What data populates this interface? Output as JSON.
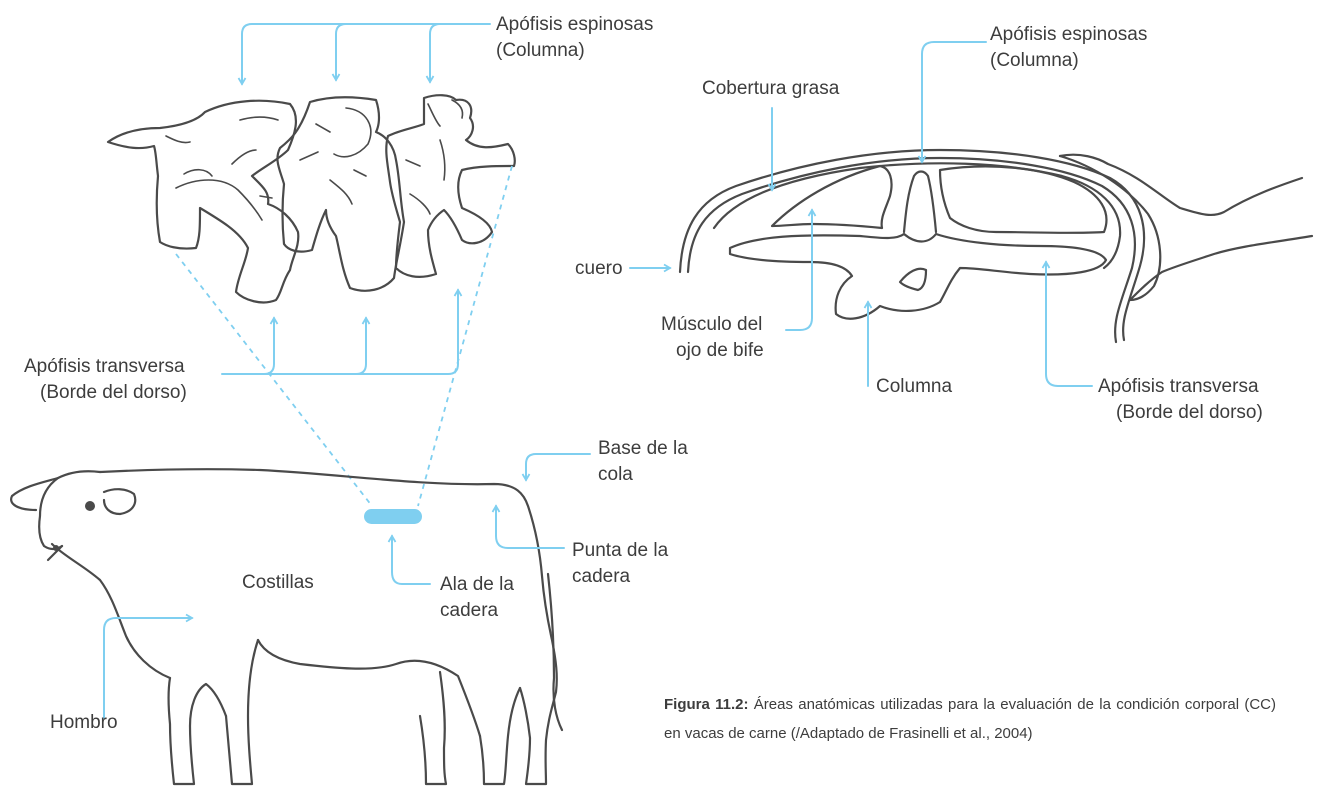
{
  "colors": {
    "accent": "#7fcff0",
    "line": "#4a4a4a",
    "text": "#3d3d3d",
    "background": "#ffffff"
  },
  "vertebrae": {
    "spinous": [
      "Apófisis espinosas",
      "(Columna)"
    ],
    "transverse": [
      "Apófisis transversa",
      "(Borde del dorso)"
    ]
  },
  "cross_section": {
    "fat_cover": "Cobertura grasa",
    "spinous": [
      "Apófisis espinosas",
      "(Columna)"
    ],
    "hide": "cuero",
    "ribeye": [
      "Músculo del",
      "ojo de bife"
    ],
    "spine": "Columna",
    "transverse": [
      "Apófisis transversa",
      "(Borde del dorso)"
    ]
  },
  "cow": {
    "tail_base": [
      "Base de la",
      "cola"
    ],
    "hip_point": [
      "Punta de la",
      "cadera"
    ],
    "ribs": "Costillas",
    "hip_wing": [
      "Ala de la",
      "cadera"
    ],
    "shoulder": "Hombro"
  },
  "caption": {
    "label": "Figura 11.2:",
    "text": " Áreas anatómicas utilizadas para la evaluación de la condición corporal (CC) en vacas de carne (/Adaptado de Frasinelli et al., 2004)"
  }
}
